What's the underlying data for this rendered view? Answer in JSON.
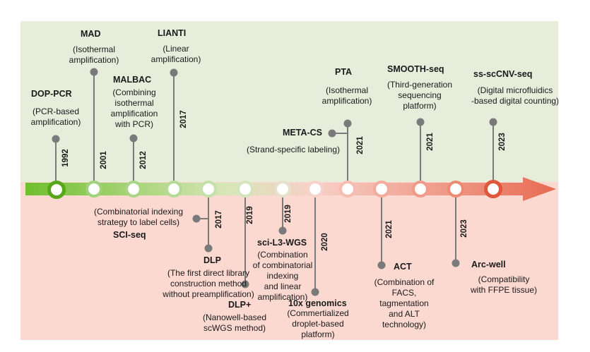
{
  "colors": {
    "top_band": "#e6eedb",
    "bottom_band": "#fbd8d0",
    "connector": "#7a7a7a"
  },
  "events": [
    {
      "name": "DOP-PCR",
      "desc": "(PCR-based\namplification)",
      "year": "1992"
    },
    {
      "name": "MAD",
      "desc": "(Isothermal\namplification)",
      "year": "2001"
    },
    {
      "name": "MALBAC",
      "desc": "(Combining\nisothermal\namplification\nwith PCR)",
      "year": "2012"
    },
    {
      "name": "LIANTI",
      "desc": "(Linear\namplification)",
      "year": "2017"
    },
    {
      "name": "SCI-seq",
      "desc": "(Combinatorial indexing\nstrategy to label cells)",
      "year": "2017"
    },
    {
      "name": "DLP",
      "desc": "(The first direct library\nconstruction method\nwithout preamplification)",
      "year": "2019"
    },
    {
      "name": "DLP+",
      "desc": "(Nanowell-based\nscWGS method)",
      "year": ""
    },
    {
      "name": "sci-L3-WGS",
      "desc": "(Combination\nof combinatorial\nindexing\nand linear\namplification)",
      "year": "2019"
    },
    {
      "name": "10x genomics",
      "desc": "(Commertialized\ndroplet-based\nplatform)",
      "year": "2020"
    },
    {
      "name": "META-CS",
      "desc": "(Strand-specific labeling)",
      "year": "2021"
    },
    {
      "name": "PTA",
      "desc": "(Isothermal\namplification)",
      "year": ""
    },
    {
      "name": "ACT",
      "desc": "(Combination of\nFACS,\ntagmentation\nand ALT\ntechnology)",
      "year": "2021"
    },
    {
      "name": "SMOOTH-seq",
      "desc": "(Third-generation\nsequencing\nplatform)",
      "year": "2021"
    },
    {
      "name": "Arc-well",
      "desc": "(Compatibility\nwith FFPE tissue)",
      "year": "2023"
    },
    {
      "name": "ss-scCNV-seq",
      "desc": "(Digital microfluidics\n-based digital counting)",
      "year": "2023"
    }
  ]
}
